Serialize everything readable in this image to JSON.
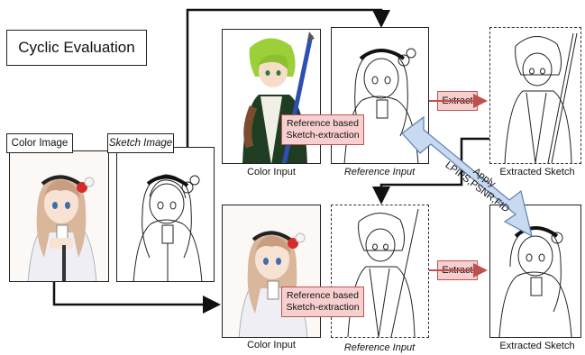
{
  "title": "Cyclic Evaluation",
  "color_image_label": "Color Image",
  "sketch_image_label": "Sketch Image",
  "top_row": {
    "color_input_label": "Color Input",
    "reference_input_label": "Reference Input",
    "method_label_line1": "Reference based",
    "method_label_line2": "Sketch-extraction",
    "extract_label": "Extract",
    "extracted_sketch_label": "Extracted Sketch"
  },
  "bottom_row": {
    "color_input_label": "Color Input",
    "reference_input_label": "Reference Input",
    "method_label_line1": "Reference based",
    "method_label_line2": "Sketch-extraction",
    "extract_label": "Extract",
    "extracted_sketch_label": "Extracted Sketch"
  },
  "metrics_arrow": {
    "line1": "Apply",
    "line2": "LPIPS,PSNR,FID"
  },
  "colors": {
    "method_box_fill": "#f7cfcf",
    "arrow_red": "#c0504d",
    "metrics_arrow_fill": "#c9d9f0"
  }
}
